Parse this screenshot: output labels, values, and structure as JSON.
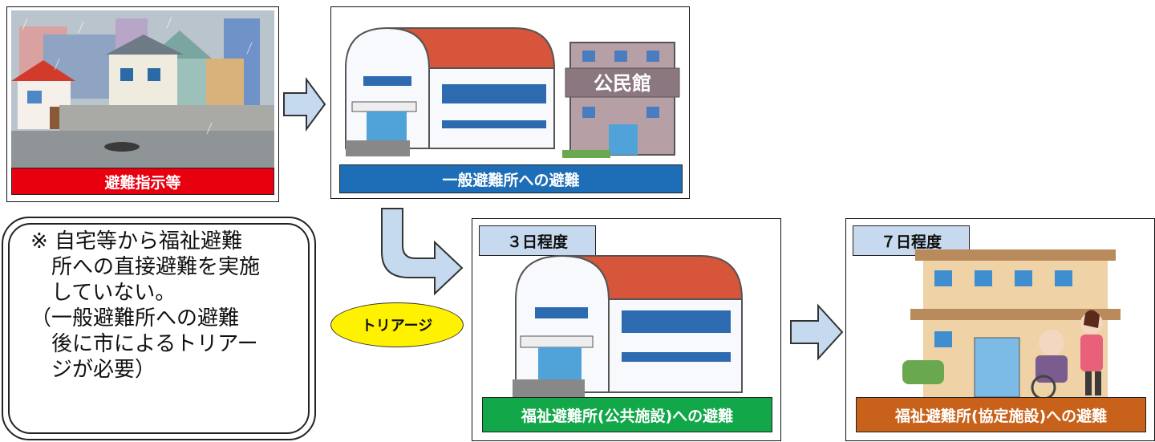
{
  "panels": {
    "evacuation_order": {
      "label": "避難指示等",
      "label_color": "#e8000f"
    },
    "general_shelter": {
      "label": "一般避難所への避難",
      "label_color": "#1d6eb7"
    },
    "welfare_public": {
      "tag": "３日程度",
      "label": "福祉避難所(公共施設)への避難",
      "label_color": "#12a84a"
    },
    "welfare_agreement": {
      "tag": "７日程度",
      "label": "福祉避難所(協定施設)への避難",
      "label_color": "#c8621a"
    }
  },
  "triage_label": "トリアージ",
  "note": {
    "lines": [
      "※ 自宅等から福祉避難",
      "　所への直接避難を実施",
      "　していない。",
      "（一般避難所への避難",
      "　後に市によるトリアー",
      "　ジが必要）"
    ]
  },
  "building_sign": "公民館",
  "colors": {
    "arrow_fill": "#c5d9ef",
    "arrow_stroke": "#333333",
    "tag_bg": "#c7d9ee",
    "triage_bg": "#fff200"
  }
}
